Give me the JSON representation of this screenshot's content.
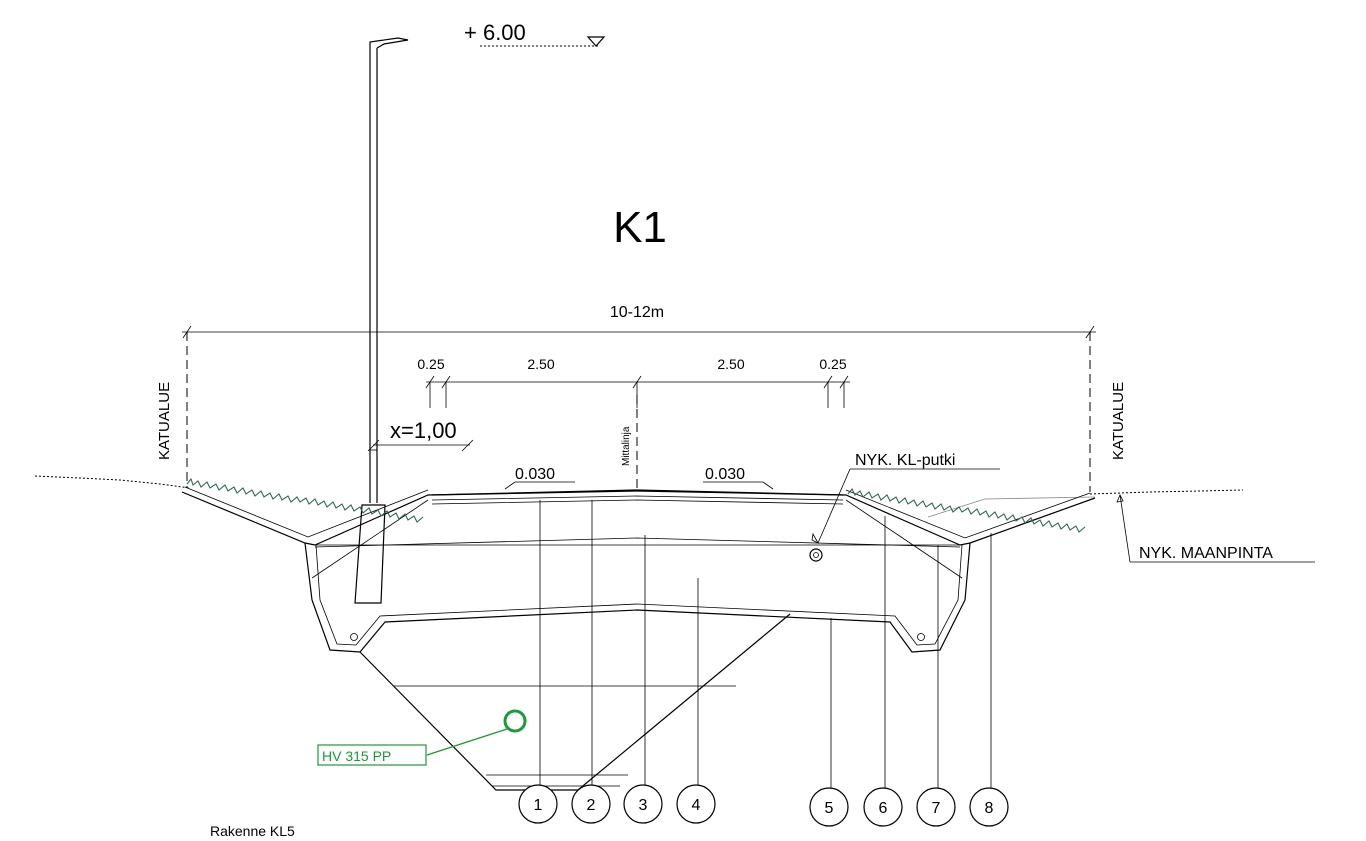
{
  "title": "K1",
  "elevation": "+ 6.00",
  "total_width": "10-12m",
  "dim_025_left": "0.25",
  "dim_250_left": "2.50",
  "dim_250_right": "2.50",
  "dim_025_right": "0.25",
  "offset_label": "x=1,00",
  "katualue_left": "KATUALUE",
  "katualue_right": "KATUALUE",
  "measure_line": "Mittalinja",
  "slope_left": "0.030",
  "slope_right": "0.030",
  "existing_cable_pipe": "NYK. KL-putki",
  "existing_ground": "NYK. MAANPINTA",
  "water_pipe": "HV 315 PP",
  "structure": "Rakenne KL5",
  "callouts": [
    "1",
    "2",
    "3",
    "4",
    "5",
    "6",
    "7",
    "8"
  ],
  "colors": {
    "line": "#000000",
    "grass": "#2d6b4a",
    "water_pipe": "#1a9a3a"
  }
}
